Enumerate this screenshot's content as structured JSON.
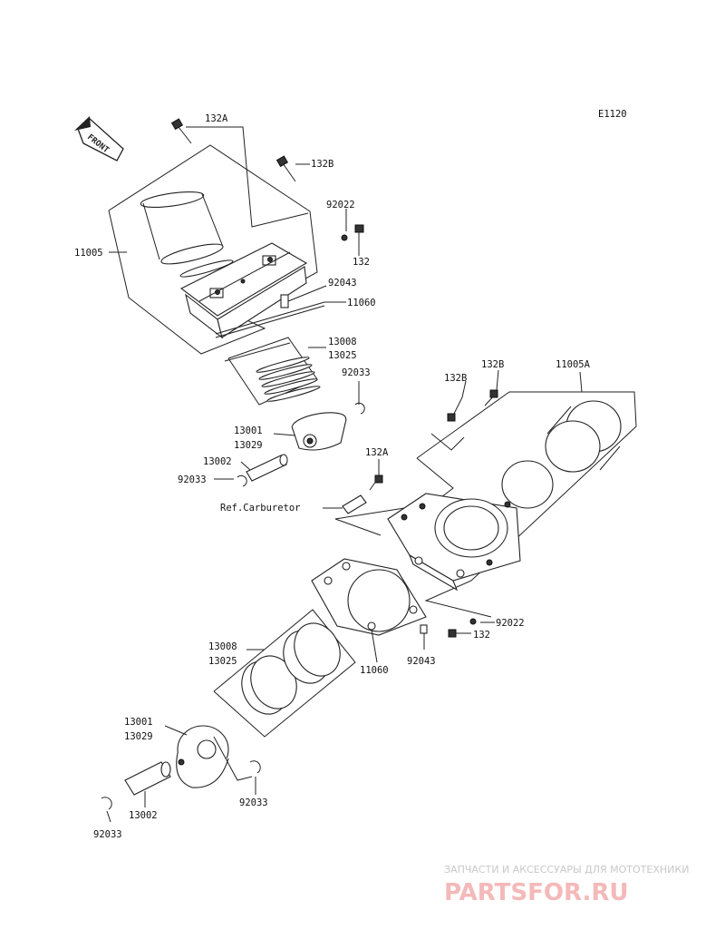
{
  "diagram_code": "E1120",
  "front_label": "FRONT",
  "labels": {
    "l_132A_top": "132A",
    "l_132B_top": "132B",
    "l_92022_top": "92022",
    "l_132_top": "132",
    "l_11005": "11005",
    "l_92043_top": "92043",
    "l_11060_top": "11060",
    "l_13008_top": "13008",
    "l_13025_top": "13025",
    "l_92033_top": "92033",
    "l_13001_top": "13001",
    "l_13029_top": "13029",
    "l_13002_top": "13002",
    "l_92033_mid": "92033",
    "l_132B_r1": "132B",
    "l_132B_r2": "132B",
    "l_11005A": "11005A",
    "l_132A_mid": "132A",
    "l_ref": "Ref.Carburetor",
    "l_92022_bot": "92022",
    "l_132_bot": "132",
    "l_92043_bot": "92043",
    "l_11060_bot": "11060",
    "l_13008_bot": "13008",
    "l_13025_bot": "13025",
    "l_13001_bot": "13001",
    "l_13029_bot": "13029",
    "l_92033_bot1": "92033",
    "l_13002_bot": "13002",
    "l_92033_bot2": "92033"
  },
  "watermark": {
    "tagline": "ЗАПЧАСТИ И АКСЕССУАРЫ ДЛЯ МОТОТЕХНИКИ",
    "logo": "PARTSFOR.RU"
  }
}
